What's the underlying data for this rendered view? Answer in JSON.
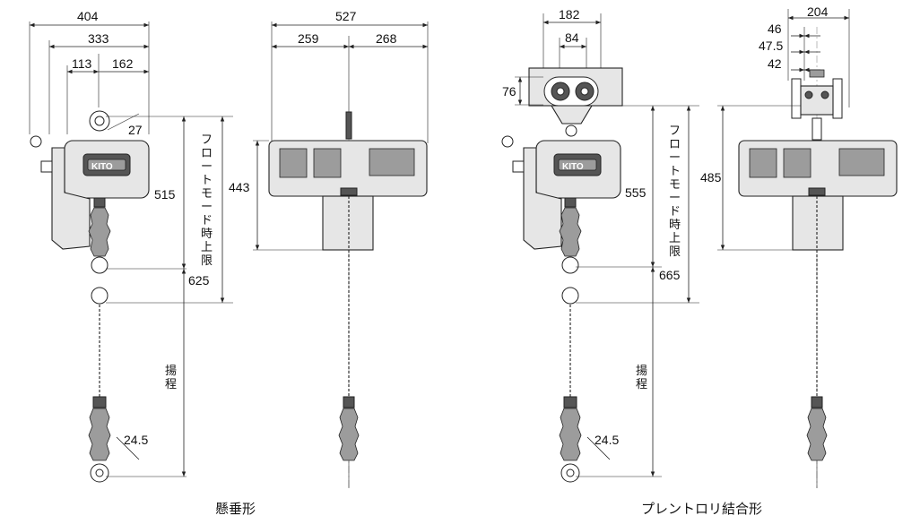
{
  "captions": {
    "left": "懸垂形",
    "right": "プレントロリ結合形"
  },
  "brand_mark": "KITO",
  "labels": {
    "float_mode_upper_limit": [
      "フ",
      "ロ",
      "ー",
      "ト",
      "モ",
      "ー",
      "ド",
      "時",
      "上",
      "限"
    ],
    "lift": [
      "揚",
      "程"
    ]
  },
  "dimensions": {
    "suspended": {
      "w404": "404",
      "w333": "333",
      "w113": "113",
      "w162": "162",
      "d27": "27",
      "h515": "515",
      "h625": "625",
      "d24_5": "24.5",
      "w527": "527",
      "w259": "259",
      "w268": "268",
      "h443": "443"
    },
    "trolley": {
      "w182": "182",
      "w84": "84",
      "h76": "76",
      "h555": "555",
      "h665": "665",
      "d24_5": "24.5",
      "w204": "204",
      "w46": "46",
      "w47_5": "47.5",
      "w42": "42",
      "h485": "485"
    }
  }
}
